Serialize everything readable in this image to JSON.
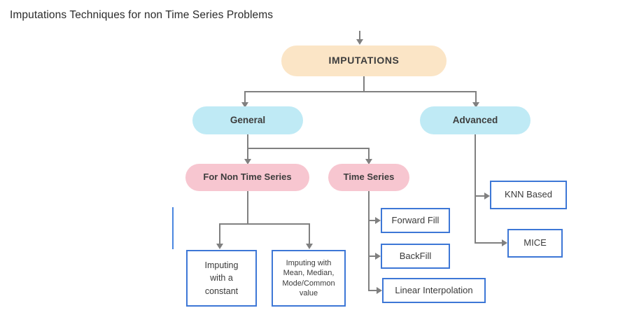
{
  "title": "Imputations Techniques for non Time Series Problems",
  "colors": {
    "root_fill": "#fbe5c6",
    "level2_fill": "#bfeaf5",
    "level3_fill": "#f7c6d0",
    "box_border": "#3d77d6",
    "box_fill": "#ffffff",
    "connector": "#808080",
    "text": "#3a3a3a",
    "stray_mark": "#4a86e0"
  },
  "nodes": {
    "root": {
      "label": "IMPUTATIONS"
    },
    "general": {
      "label": "General"
    },
    "advanced": {
      "label": "Advanced"
    },
    "for_non_time_series": {
      "label": "For Non Time Series"
    },
    "time_series": {
      "label": "Time Series"
    },
    "imputing_constant": {
      "label": "Imputing\nwith a\nconstant"
    },
    "imputing_mean": {
      "label": "Imputing with\nMean, Median,\nMode/Common\nvalue"
    },
    "forward_fill": {
      "label": "Forward Fill"
    },
    "backfill": {
      "label": "BackFill"
    },
    "linear_interpolation": {
      "label": "Linear Interpolation"
    },
    "knn_based": {
      "label": "KNN Based"
    },
    "mice": {
      "label": "MICE"
    }
  },
  "edges": [
    {
      "from": "entry",
      "to": "root"
    },
    {
      "from": "root",
      "to": "general"
    },
    {
      "from": "root",
      "to": "advanced"
    },
    {
      "from": "general",
      "to": "for_non_time_series"
    },
    {
      "from": "general",
      "to": "time_series"
    },
    {
      "from": "for_non_time_series",
      "to": "imputing_constant"
    },
    {
      "from": "for_non_time_series",
      "to": "imputing_mean"
    },
    {
      "from": "time_series",
      "to": "forward_fill"
    },
    {
      "from": "time_series",
      "to": "backfill"
    },
    {
      "from": "time_series",
      "to": "linear_interpolation"
    },
    {
      "from": "advanced",
      "to": "knn_based"
    },
    {
      "from": "advanced",
      "to": "mice"
    }
  ]
}
